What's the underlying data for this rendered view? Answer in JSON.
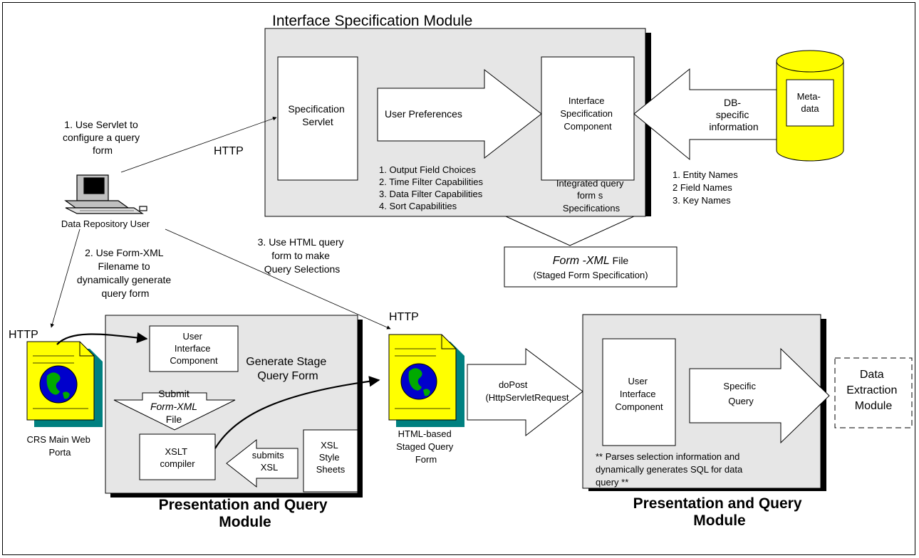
{
  "labels": {
    "ism_title": "Interface Specification Module",
    "spec_servlet": [
      "Specification",
      "Servlet"
    ],
    "user_preferences": "User Preferences",
    "isc": [
      "Interface",
      "Specification",
      "Component"
    ],
    "db_specific": [
      "DB-",
      "specific",
      "information"
    ],
    "metadata": [
      "Meta-",
      "data"
    ],
    "step1": [
      "1. Use Servlet to",
      "configure a query",
      "form"
    ],
    "http_top": "HTTP",
    "pref_list": [
      "1. Output Field Choices",
      "2. Time Filter Capabilities",
      "3. Data Filter Capabilities",
      "4. Sort Capabilities"
    ],
    "integrated": [
      "Integrated query",
      "form s",
      "Specifications"
    ],
    "entity_list": [
      "1. Entity Names",
      "2  Field Names",
      "3. Key Names"
    ],
    "data_repo_user": "Data Repository User",
    "step3": [
      "3. Use HTML query",
      "form to  make",
      "Query Selections"
    ],
    "step2": [
      "2. Use Form-XML",
      "Filename to",
      "dynamically generate",
      "query form"
    ],
    "formxml_file": {
      "italic": "Form -XML",
      "rest": " File",
      "line2": "(Staged Form Specification)"
    },
    "http_left": "HTTP",
    "http_mid": "HTTP",
    "uic_left": [
      "User",
      "Interface",
      "Component"
    ],
    "generate_stage": [
      "Generate Stage",
      "Query Form"
    ],
    "submit_formxml": {
      "line1": "Submit",
      "italic": "Form-XML",
      "line3": "File"
    },
    "xslt_compiler": [
      "XSLT",
      "compiler"
    ],
    "submits_xsl": [
      "submits",
      "XSL"
    ],
    "xsl_sheets": [
      "XSL",
      "Style",
      "Sheets"
    ],
    "crs_portal": [
      "CRS Main Web",
      "Porta"
    ],
    "html_staged": [
      "HTML-based",
      "Staged Query",
      "Form"
    ],
    "dopost": [
      "doPost",
      "(HttpServletRequest"
    ],
    "uic_right": [
      "User",
      "Interface",
      "Component"
    ],
    "specific_query": [
      "Specific",
      "Query"
    ],
    "data_extraction": [
      "Data",
      "Extraction",
      "Module"
    ],
    "parses_note": [
      "** Parses selection information and",
      "dynamically generates SQL for data",
      "query **"
    ],
    "pqm_left": [
      "Presentation and Query",
      "Module"
    ],
    "pqm_right": [
      "Presentation and Query",
      "Module"
    ]
  },
  "colors": {
    "module_fill": "#e6e6e6",
    "cylinder_fill": "#ffff00",
    "doc_fill": "#ffff00",
    "doc_shadow": "#008080",
    "globe_ocean": "#0000cc",
    "globe_land": "#00aa00"
  }
}
